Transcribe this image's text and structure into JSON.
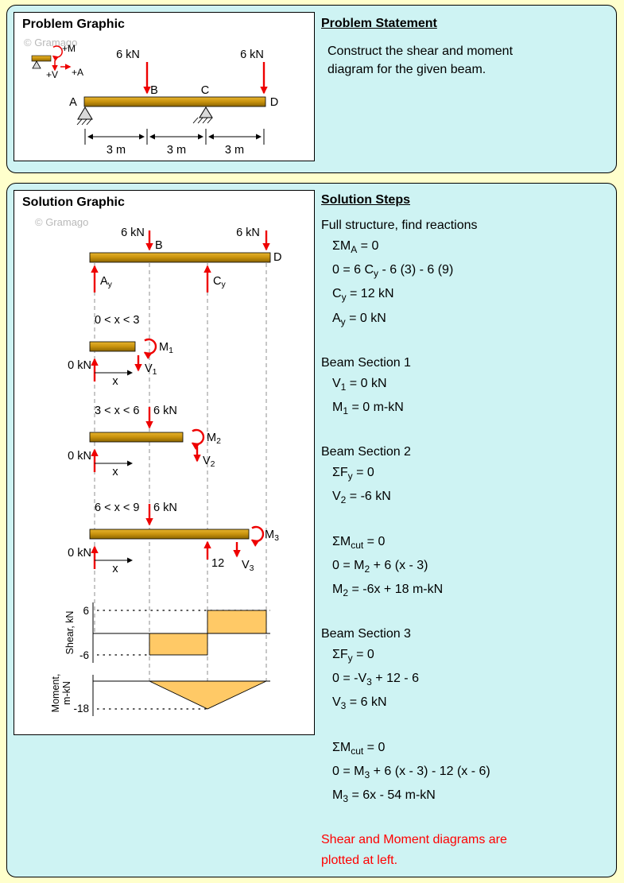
{
  "colors": {
    "page_bg": "#FFFFCC",
    "panel_bg": "#CEF3F3",
    "beam_gold": "#C8920D",
    "load_red": "#EE0000",
    "diagram_fill": "#FFC966",
    "watermark_gray": "#B9B9B9",
    "note_red": "#FF0000"
  },
  "problem": {
    "graphic_title": "Problem Graphic",
    "watermark": "© Gramago",
    "legend": {
      "moment": "+M",
      "shear": "+V",
      "axial": "+A"
    },
    "loads": {
      "at_B": "6 kN",
      "at_D": "6 kN"
    },
    "nodes": {
      "A": "A",
      "B": "B",
      "C": "C",
      "D": "D"
    },
    "dimensions": {
      "seg1": "3 m",
      "seg2": "3 m",
      "seg3": "3 m"
    },
    "statement_title": "Problem Statement",
    "statement_text": "Construct the shear and moment diagram for the given beam."
  },
  "solution": {
    "graphic_title": "Solution Graphic",
    "watermark": "© Gramago",
    "full_beam": {
      "load_B": "6 kN",
      "load_D": "6 kN",
      "node_B": "B",
      "node_D": "D",
      "reaction_A": [
        "A",
        "y"
      ],
      "reaction_C": [
        "C",
        "y"
      ]
    },
    "section1": {
      "range": "0 < x < 3",
      "moment": [
        "M",
        "1"
      ],
      "shear": [
        "V",
        "1"
      ],
      "reaction": "0 kN",
      "axis": "x"
    },
    "section2": {
      "range": "3 < x < 6",
      "load": "6 kN",
      "moment": [
        "M",
        "2"
      ],
      "shear": [
        "V",
        "2"
      ],
      "reaction": "0 kN",
      "axis": "x"
    },
    "section3": {
      "range": "6 < x < 9",
      "load": "6 kN",
      "moment": [
        "M",
        "3"
      ],
      "shear": [
        "V",
        "3"
      ],
      "reaction_at_C": "12",
      "reaction": "0 kN",
      "axis": "x"
    },
    "shear_diagram": {
      "axis_label": "Shear, kN",
      "tick_pos": "6",
      "tick_neg": "-6"
    },
    "moment_diagram": {
      "axis_label_line1": "Moment,",
      "axis_label_line2": "m-kN",
      "tick_min": "-18"
    },
    "steps_title": "Solution Steps",
    "steps": [
      {
        "text": "Full structure, find reactions",
        "indent": 0
      },
      {
        "text": "ΣM~A~ = 0",
        "indent": 1
      },
      {
        "text": "0 = 6 C~y~ - 6 (3) - 6 (9)",
        "indent": 1
      },
      {
        "text": "C~y~ = 12 kN",
        "indent": 1
      },
      {
        "text": "A~y~ = 0 kN",
        "indent": 1
      },
      {
        "text": "",
        "indent": 0
      },
      {
        "text": "Beam Section 1",
        "indent": 0
      },
      {
        "text": "V~1~ = 0 kN",
        "indent": 1
      },
      {
        "text": "M~1~ = 0 m-kN",
        "indent": 1
      },
      {
        "text": "",
        "indent": 0
      },
      {
        "text": "Beam Section 2",
        "indent": 0
      },
      {
        "text": "ΣF~y~ = 0",
        "indent": 1
      },
      {
        "text": "V~2~ = -6 kN",
        "indent": 1
      },
      {
        "text": "",
        "indent": 0
      },
      {
        "text": "ΣM~cut~ = 0",
        "indent": 1
      },
      {
        "text": "0 = M~2~ + 6 (x - 3)",
        "indent": 1
      },
      {
        "text": "M~2~ = -6x + 18 m-kN",
        "indent": 1
      },
      {
        "text": "",
        "indent": 0
      },
      {
        "text": "Beam Section 3",
        "indent": 0
      },
      {
        "text": "ΣF~y~ = 0",
        "indent": 1
      },
      {
        "text": "0 = -V~3~ + 12 - 6",
        "indent": 1
      },
      {
        "text": "V~3~ = 6 kN",
        "indent": 1
      },
      {
        "text": "",
        "indent": 0
      },
      {
        "text": "ΣM~cut~ = 0",
        "indent": 1
      },
      {
        "text": "0 = M~3~ + 6 (x - 3) - 12 (x - 6)",
        "indent": 1
      },
      {
        "text": "M~3~ = 6x - 54 m-kN",
        "indent": 1
      },
      {
        "text": "",
        "indent": 0
      },
      {
        "text": "Shear and Moment diagrams are plotted at left.",
        "indent": 0,
        "red": true
      }
    ]
  },
  "chart_data": [
    {
      "type": "area",
      "title": "Shear diagram",
      "ylabel": "Shear, kN",
      "x": [
        0,
        3,
        3,
        6,
        6,
        9
      ],
      "values": [
        0,
        0,
        -6,
        -6,
        6,
        6
      ],
      "ylim": [
        -8,
        8
      ],
      "yticks": [
        6,
        -6
      ],
      "key_x_points": [
        0,
        3,
        6,
        9
      ],
      "fill_color": "#FFC966",
      "grid": false
    },
    {
      "type": "area",
      "title": "Moment diagram",
      "ylabel": "Moment, m-kN",
      "x": [
        0,
        3,
        6,
        9
      ],
      "values": [
        0,
        0,
        -18,
        0
      ],
      "ylim": [
        -20,
        4
      ],
      "yticks": [
        -18
      ],
      "fill_color": "#FFC966",
      "grid": false
    }
  ]
}
